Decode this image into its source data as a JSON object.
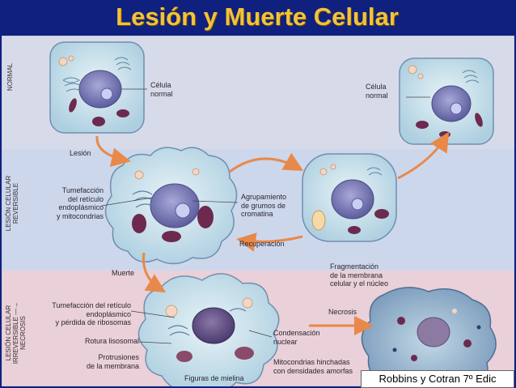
{
  "title": "Lesión y Muerte Celular",
  "side_labels": {
    "normal": "NORMAL",
    "reversible": "LESIÓN CELULAR\nREVERSIBLE",
    "irreversible": "LESIÓN CELULAR\nIRREVERSIBLE —→ NECROSIS"
  },
  "labels": {
    "celula_normal_left": "Célula\nnormal",
    "celula_normal_right": "Célula\nnormal",
    "lesion": "Lesión",
    "tumefaccion_reticulo": "Tumefacción\ndel retículo\nendoplásmico\ny mitocondrias",
    "agrupamiento": "Agrupamiento\nde grumos de\ncromatina",
    "recuperacion": "Recuperación",
    "muerte": "Muerte",
    "fragmentacion": "Fragmentación\nde la membrana\ncelular y el núcleo",
    "tumefaccion_ribosomas": "Tumefacción del retículo\nendoplásmico\ny pérdida de ribosomas",
    "rotura": "Rotura lisosomal",
    "protrusiones": "Protrusiones\nde la membrana",
    "necrosis": "Necrosis",
    "condensacion": "Condensación\nnuclear",
    "mitocondrias_hinchadas": "Mitocondrias hinchadas\ncon densidades amorfas",
    "figuras": "Figuras de mielina"
  },
  "credit": "Robbins y Cotran 7º Edic",
  "colors": {
    "background": "#10207f",
    "title": "#f2c23a",
    "band_normal": "#d7dbe9",
    "band_reversible": "#cdd7ec",
    "band_irreversible": "#ead0d8",
    "cytoplasm": "#cde4ee",
    "nucleus": "#7e7fb8",
    "mitochondria": "#6d2a4e",
    "arrow": "#e8894a"
  }
}
